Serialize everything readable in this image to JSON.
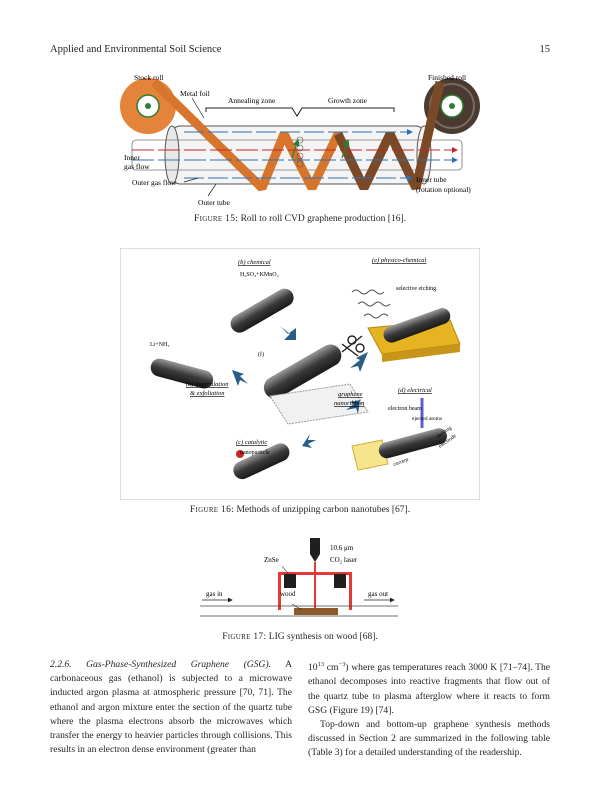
{
  "header": {
    "journal": "Applied and Environmental Soil Science",
    "page_number": "15"
  },
  "figure15": {
    "labels": {
      "stock_roll": "Stock roll",
      "finished_roll": "Finished roll",
      "metal_foil": "Metal foil",
      "annealing_zone": "Annealing zone",
      "growth_zone": "Growth zone",
      "inner_gas_1": "Inner",
      "inner_gas_2": "gas flow",
      "outer_gas_flow": "Outer gas flow",
      "outer_tube": "Outer tube",
      "inner_tube_1": "Inner tube",
      "inner_tube_2": "(rotation optional)"
    },
    "caption_label": "Figure 15:",
    "caption_text": "Roll to roll CVD graphene production [16]."
  },
  "figure16": {
    "labels": {
      "b_chemical": "(b) chemical",
      "b_reagent": "H₂SO₄+KMnO₄",
      "e_physico": "(e) physico-chemical",
      "selective_etching": "selective etching",
      "li_nh3": "Li+NH₃",
      "f": "(f)",
      "a_1": "(a) intercalation",
      "a_2": "& exfoliation",
      "graphene_1": "graphene",
      "graphene_2": "nanoribbon",
      "d_electrical": "(d) electrical",
      "electron_beam": "electron beam",
      "ejected_atoms": "ejected atoms",
      "c_catalytic": "(c) catalytic",
      "nanoparticle": "nanoparticle",
      "current": "current",
      "moving_1": "moving",
      "moving_2": "electrode"
    },
    "caption_label": "Figure 16:",
    "caption_text": "Methods of unzipping carbon nanotubes [67]."
  },
  "figure17": {
    "labels": {
      "laser_1": "10.6 μm",
      "laser_2": "CO₂ laser",
      "znse": "ZnSe",
      "gas_in": "gas in",
      "wood": "wood",
      "gas_out": "gas out"
    },
    "caption_label": "Figure 17:",
    "caption_text": "LIG synthesis on wood [68]."
  },
  "body": {
    "section_heading": "2.2.6. Gas-Phase-Synthesized Graphene (GSG).",
    "left_para": "A carbonaceous gas (ethanol) is subjected to a microwave inducted argon plasma at atmospheric pressure [70, 71]. The ethanol and argon mixture enter the section of the quartz tube where the plasma electrons absorb the microwaves which transfer the energy to heavier particles through collisions. This results in an electron dense environment (greater than",
    "density_base": "10",
    "density_exp": "13",
    "density_unit": "cm",
    "density_unit_exp": "−3",
    "right_para1_rest": ") where gas temperatures reach 3000 K [71–74]. The ethanol decomposes into reactive fragments that flow out of the quartz tube to plasma afterglow where it reacts to form GSG (Figure 19) [74].",
    "right_para2": "Top-down and bottom-up graphene synthesis methods discussed in Section 2 are summarized in the following table (Table 3) for a detailed understanding of the readership."
  }
}
